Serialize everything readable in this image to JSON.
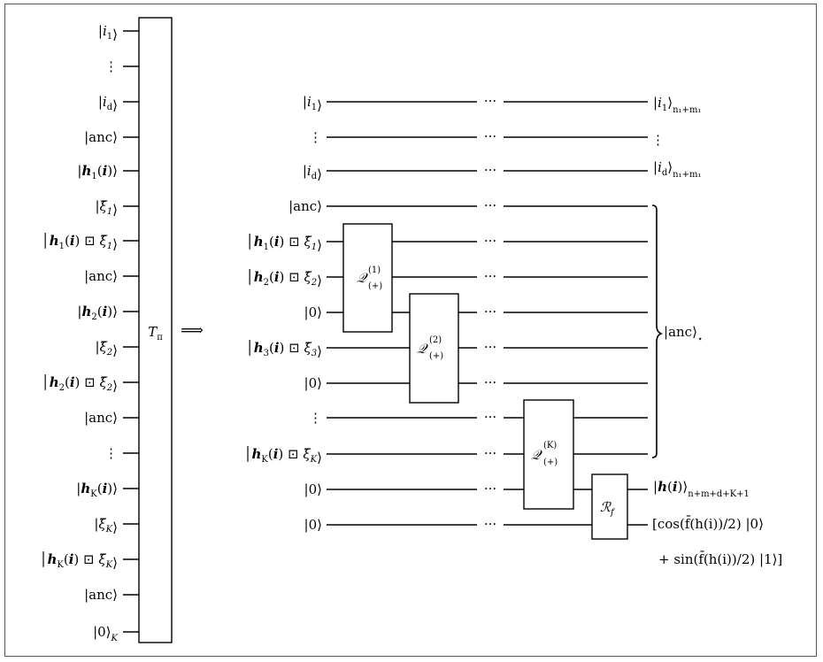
{
  "left_circuit": {
    "inputs": [
      {
        "k": "ket",
        "main": "i",
        "sub": "1"
      },
      {
        "k": "vdots"
      },
      {
        "k": "ket",
        "main": "i",
        "sub": "d"
      },
      {
        "k": "ket",
        "text": "anc"
      },
      {
        "k": "ket",
        "h": "1"
      },
      {
        "k": "ket",
        "xi": "1"
      },
      {
        "k": "bigket",
        "h": "1",
        "xi": "1"
      },
      {
        "k": "ket",
        "text": "anc"
      },
      {
        "k": "ket",
        "h": "2"
      },
      {
        "k": "ket",
        "xi": "2"
      },
      {
        "k": "bigket",
        "h": "2",
        "xi": "2"
      },
      {
        "k": "ket",
        "text": "anc"
      },
      {
        "k": "vdots"
      },
      {
        "k": "ket",
        "h": "K"
      },
      {
        "k": "ket",
        "xi": "K"
      },
      {
        "k": "bigket",
        "h": "K",
        "xi": "K"
      },
      {
        "k": "ket",
        "text": "anc"
      },
      {
        "k": "ket0K"
      }
    ],
    "gate": {
      "main": "T",
      "sub": "π"
    }
  },
  "arrow": "⟹",
  "right_circuit": {
    "inputs": [
      {
        "k": "ket",
        "main": "i",
        "sub": "1"
      },
      {
        "k": "vdots"
      },
      {
        "k": "ket",
        "main": "i",
        "sub": "d"
      },
      {
        "k": "ket",
        "text": "anc"
      },
      {
        "k": "bigket",
        "h": "1",
        "xi": "1"
      },
      {
        "k": "bigket",
        "h": "2",
        "xi": "2"
      },
      {
        "k": "ket",
        "text": "0"
      },
      {
        "k": "bigket",
        "h": "3",
        "xi": "3"
      },
      {
        "k": "ket",
        "text": "0"
      },
      {
        "k": "vdots"
      },
      {
        "k": "bigket",
        "h": "K",
        "xi": "K"
      },
      {
        "k": "ket",
        "text": "0"
      },
      {
        "k": "ket",
        "text": "0"
      }
    ],
    "dots": "···",
    "gates": [
      {
        "main": "Q",
        "sup": "(1)",
        "sub": "(+)"
      },
      {
        "main": "Q",
        "sup": "(2)",
        "sub": "(+)"
      },
      {
        "main": "Q",
        "sup": "(K)",
        "sub": "(+)"
      },
      {
        "main": "R",
        "sub": "f"
      }
    ],
    "outputs": {
      "i1": {
        "main": "i",
        "sub": "1",
        "ketsub": "n₁+m₁"
      },
      "vdots": "⋮",
      "id": {
        "main": "i",
        "sub": "d",
        "ketsub": "n₁+m₁"
      },
      "anc_star": {
        "text": "anc",
        "sub": "⋆"
      },
      "h": {
        "ketsub": "n+m+d+K+1"
      },
      "rot_line1": "[cos(f̄(h(i))/2) |0⟩",
      "rot_line2": "+ sin(f̄(h(i))/2) |1⟩]"
    }
  }
}
